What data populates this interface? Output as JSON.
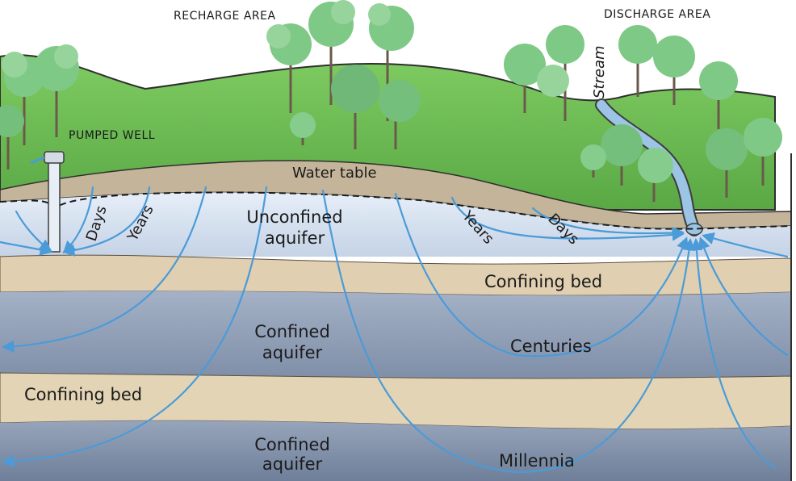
{
  "labels": {
    "recharge_area": "RECHARGE AREA",
    "discharge_area": "DISCHARGE AREA",
    "pumped_well": "PUMPED WELL",
    "stream": "Stream",
    "water_table": "Water table",
    "unconfined_aquifer_line1": "Unconfined",
    "unconfined_aquifer_line2": "aquifer",
    "confining_bed_upper": "Confining bed",
    "confined_aquifer_upper_line1": "Confined",
    "confined_aquifer_upper_line2": "aquifer",
    "confining_bed_lower": "Confining bed",
    "confined_aquifer_lower_line1": "Confined",
    "confined_aquifer_lower_line2": "aquifer",
    "well_days": "Days",
    "well_years": "Years",
    "stream_years": "Years",
    "stream_days": "Days",
    "centuries": "Centuries",
    "millennia": "Millennia"
  },
  "colors": {
    "sky": "#ffffff",
    "grass": "#6fbf57",
    "grass_dark": "#4f9a3e",
    "unsaturated_soil": "#c9bba0",
    "unconfined_aquifer": "#d7e3f1",
    "confining_bed": "#e2d3b5",
    "confined_aquifer_upper": "#8e9db5",
    "confined_aquifer_lower": "#7d8ca5",
    "flow_line": "#4a9bd8",
    "stream_water": "#9cc4e4",
    "tree_trunk": "#6a5a4a",
    "tree_foliage": "#82c98a"
  }
}
